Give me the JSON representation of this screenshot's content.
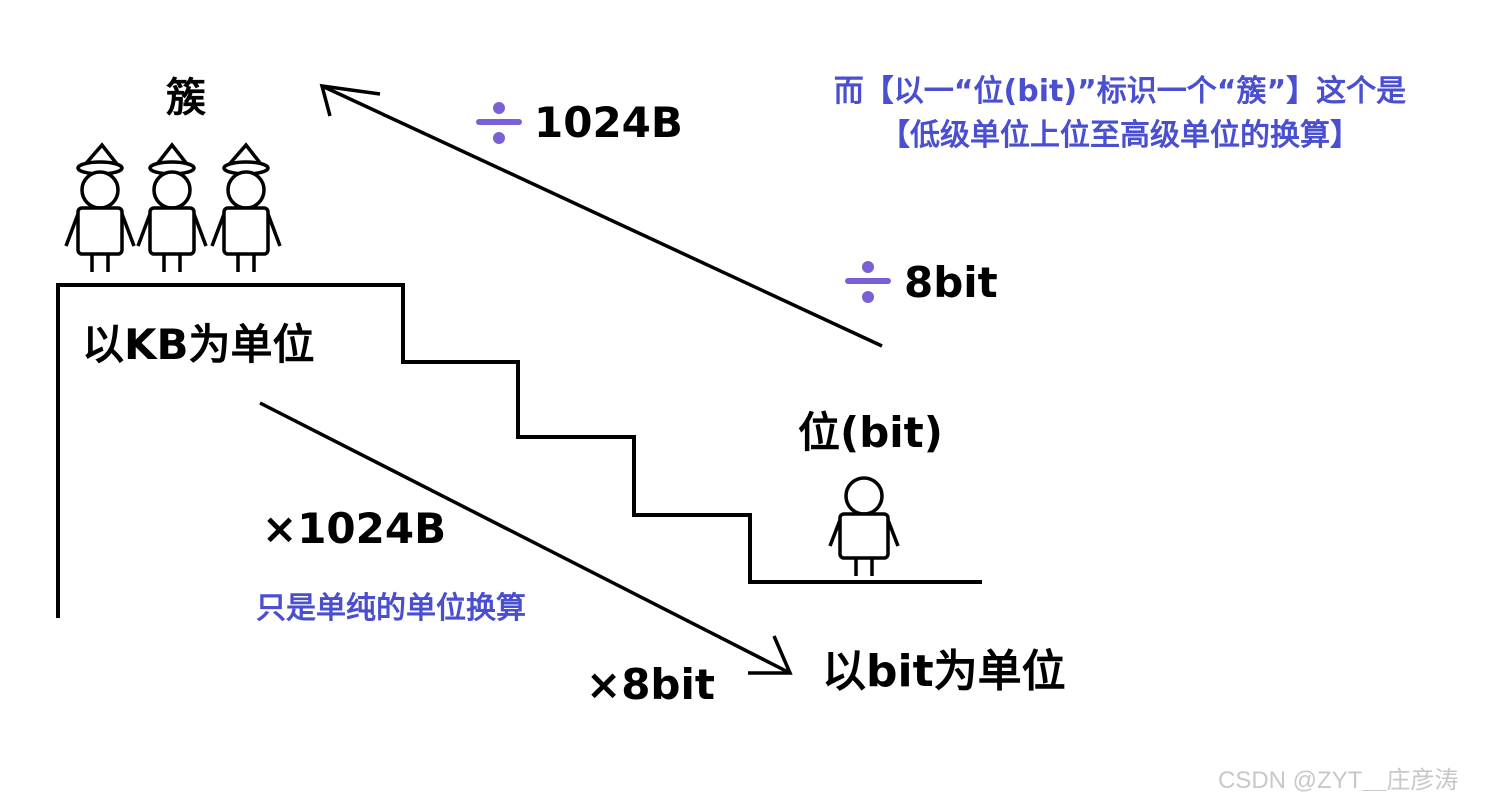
{
  "labels": {
    "cluster": "簇",
    "kb_unit": "以KB为单位",
    "bit_label": "位(bit)",
    "bit_unit": "以bit为单位",
    "div_1024": "1024B",
    "div_8": "8bit",
    "mul_1024": "×1024B",
    "mul_8": "×8bit",
    "simple_conversion": "只是单纯的单位换算"
  },
  "note": {
    "line1": "而【以一“位(bit)”标识一个“簇”】这个是",
    "line2": "【低级单位上位至高级单位的换算】"
  },
  "watermark": "CSDN @ZYT＿庄彦涛",
  "colors": {
    "ink": "#000000",
    "accent_blue": "#4a4fd0",
    "divide_purple": "#7b5fd6"
  }
}
